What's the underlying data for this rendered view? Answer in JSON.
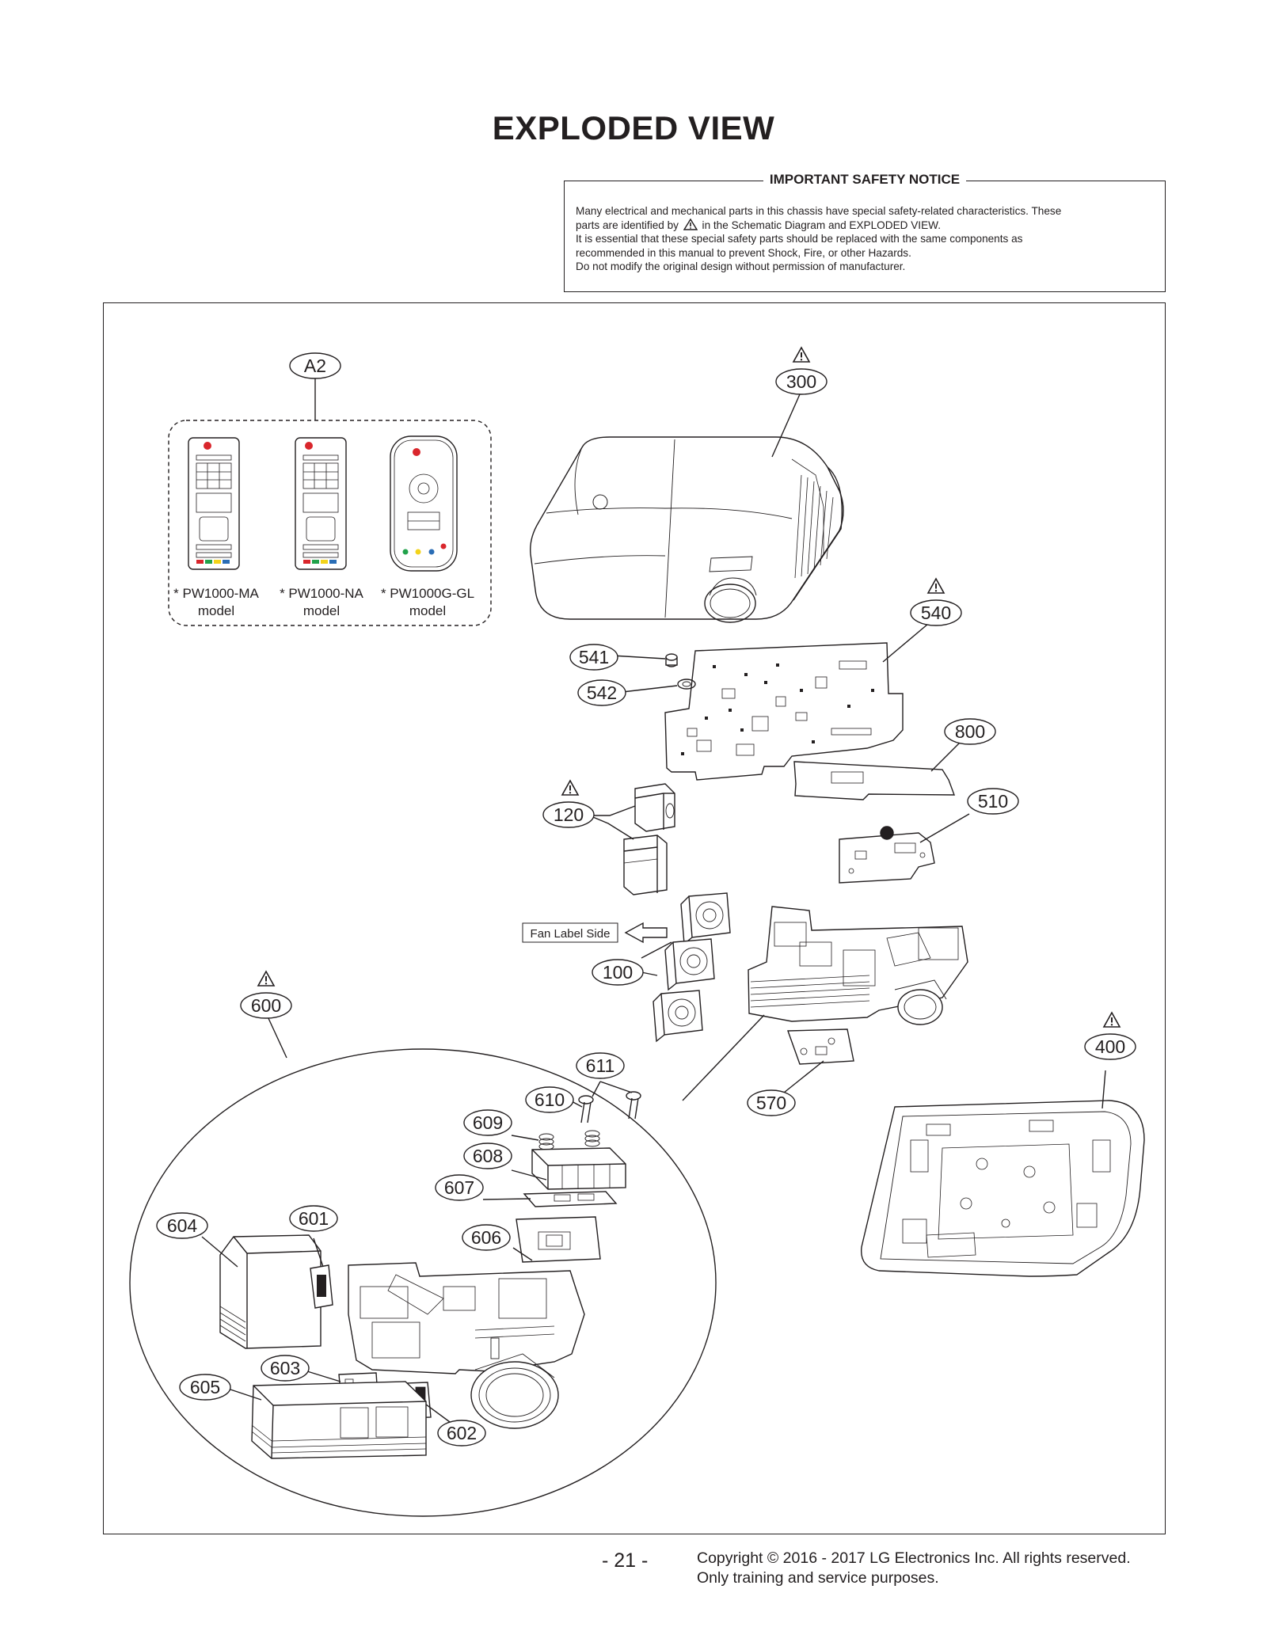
{
  "page": {
    "title": "EXPLODED VIEW",
    "page_number": "- 21 -",
    "copyright": [
      "Copyright © 2016 - 2017 LG Electronics Inc. All rights reserved.",
      "Only training and service purposes."
    ]
  },
  "notice": {
    "title": "IMPORTANT SAFETY NOTICE",
    "line1": "Many electrical and mechanical parts in this chassis have special safety-related characteristics. These",
    "line2a": "parts are identified by",
    "line2b": "in the Schematic Diagram and EXPLODED VIEW.",
    "line3": "It is essential that these special safety parts should be replaced with the same components as",
    "line4": "recommended in this manual to prevent Shock, Fire, or other Hazards.",
    "line5": "Do not modify the original design without permission of manufacturer."
  },
  "callouts": {
    "A2": "A2",
    "c300": "300",
    "c540": "540",
    "c541": "541",
    "c542": "542",
    "c800": "800",
    "c510": "510",
    "c120": "120",
    "c100": "100",
    "c600": "600",
    "c611": "611",
    "c610": "610",
    "c609": "609",
    "c608": "608",
    "c607": "607",
    "c606": "606",
    "c604": "604",
    "c601": "601",
    "c603": "603",
    "c605": "605",
    "c602": "602",
    "c570": "570",
    "c400": "400"
  },
  "remotes": [
    {
      "name": "* PW1000-MA",
      "sub": "model"
    },
    {
      "name": "* PW1000-NA",
      "sub": "model"
    },
    {
      "name": "* PW1000G-GL",
      "sub": "model"
    }
  ],
  "fan_label": "Fan Label Side"
}
